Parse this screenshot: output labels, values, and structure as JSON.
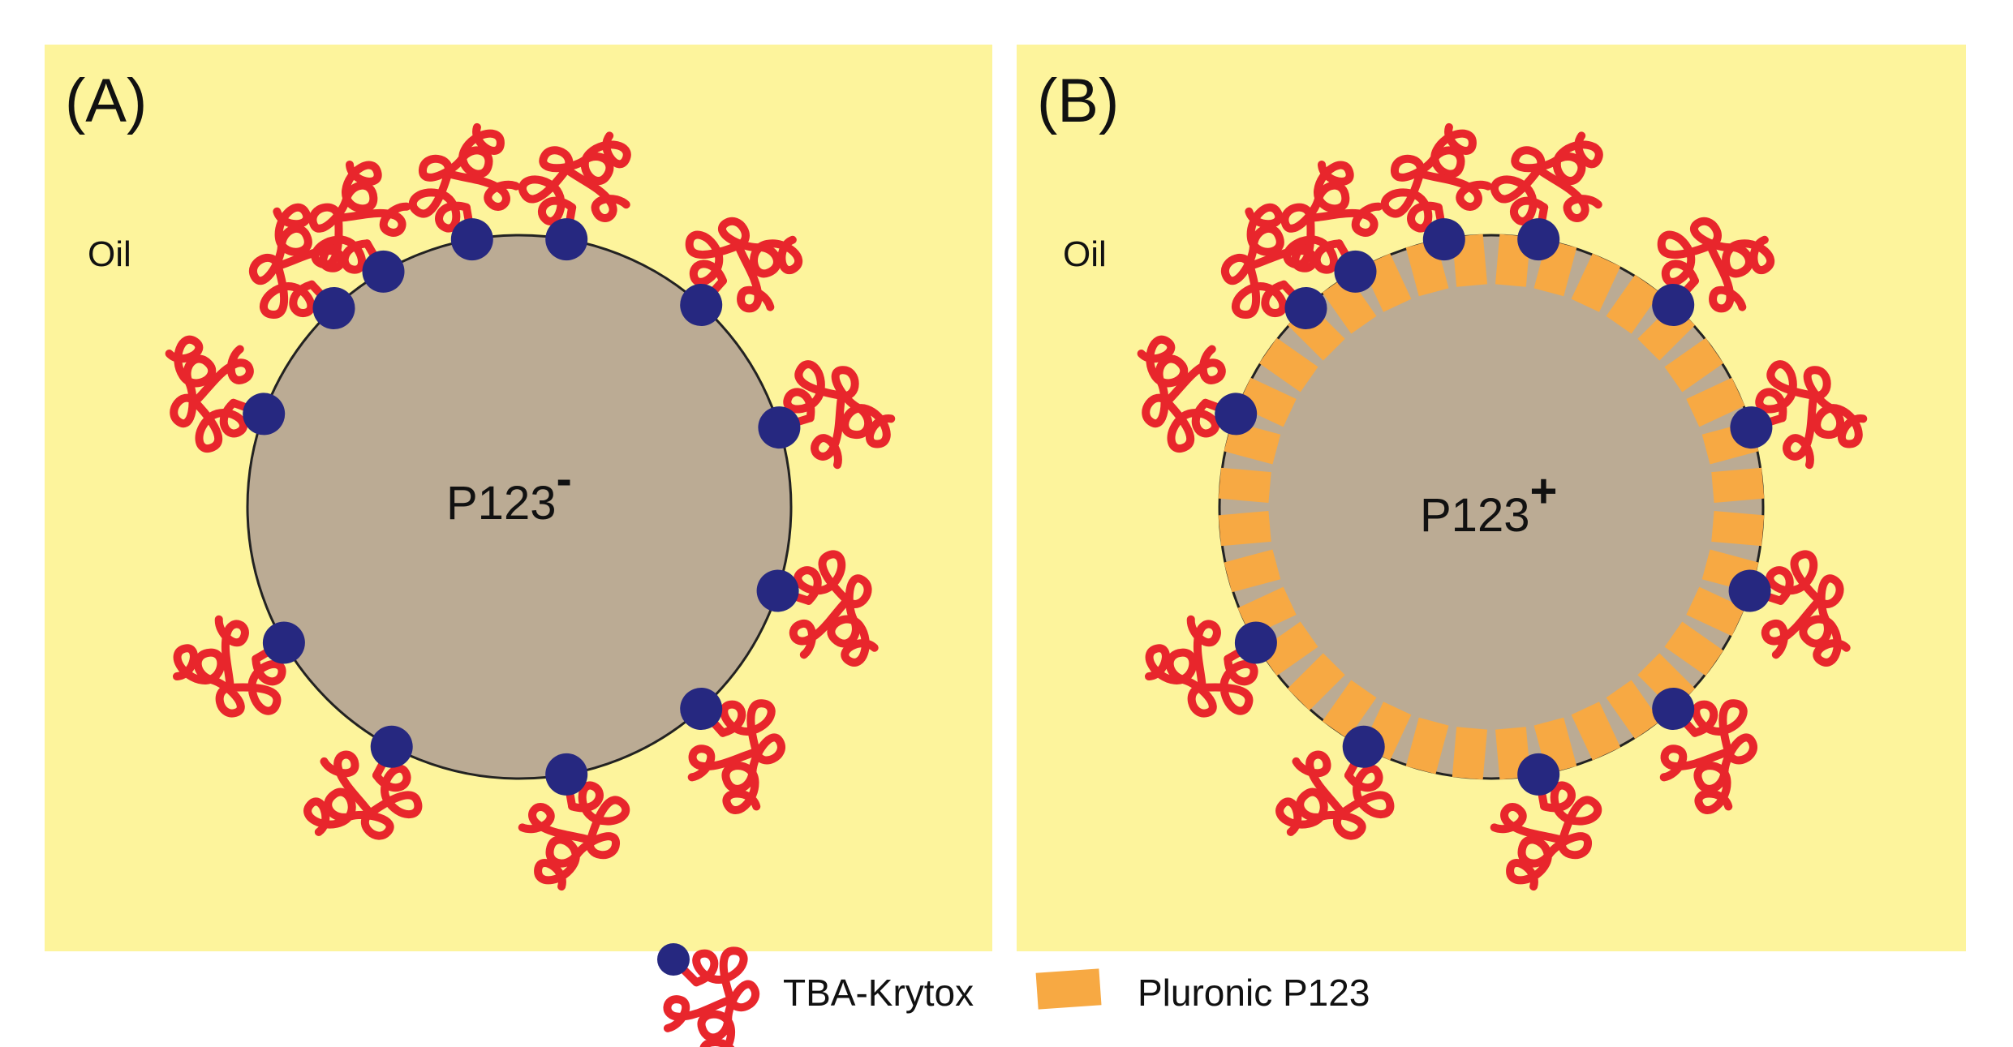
{
  "panels": [
    {
      "label": "(A)",
      "oil_label": "Oil",
      "core_label": "P123",
      "core_charge": "-",
      "has_pluronic_shell": false
    },
    {
      "label": "(B)",
      "oil_label": "Oil",
      "core_label": "P123",
      "core_charge": "+",
      "has_pluronic_shell": true
    }
  ],
  "legend": {
    "krytox_label": "TBA-Krytox",
    "pluronic_label": "Pluronic P123"
  },
  "colors": {
    "oil_background": "#fdf49c",
    "droplet_core": "#bbab94",
    "krytox_head": "#262880",
    "krytox_tail": "#e8262c",
    "pluronic": "#f7a943"
  }
}
